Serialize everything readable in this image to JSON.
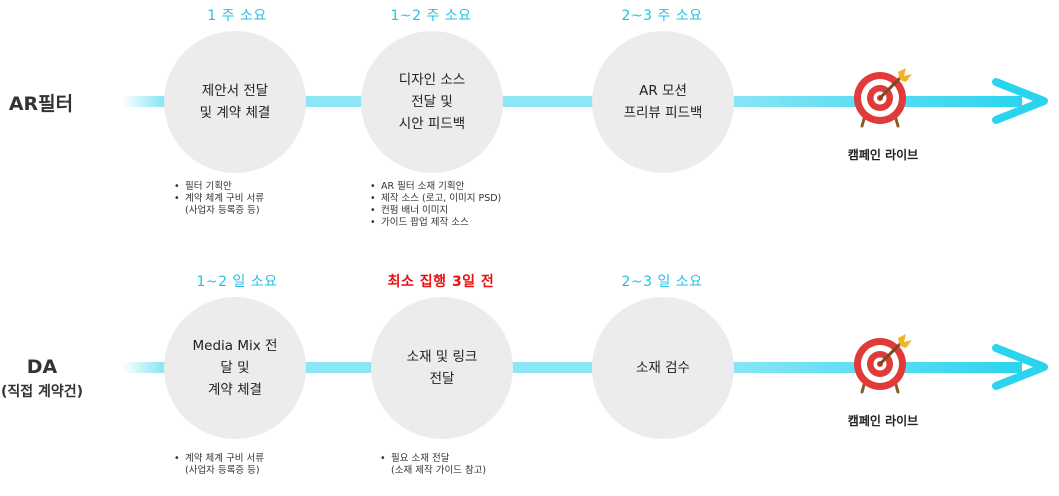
{
  "rows": [
    {
      "label": "AR필터",
      "sublabel": "",
      "steps": [
        {
          "duration": "1 주 소요",
          "lines": [
            "제안서 전달",
            "및 계약 체결"
          ],
          "notes": [
            [
              "필터 기획안"
            ],
            [
              "계약 체계 구비 서류",
              "(사업자 등록증 등)"
            ]
          ]
        },
        {
          "duration": "1~2 주 소요",
          "lines": [
            "디자인 소스",
            "전달 및",
            "시안 피드백"
          ],
          "notes": [
            [
              "AR 필터 소재 기획안"
            ],
            [
              "제작 소스 (로고, 이미지 PSD)"
            ],
            [
              "컨펌 배너 이미지"
            ],
            [
              "가이드 팝업 제작 소스"
            ]
          ]
        },
        {
          "duration": "2~3 주 소요",
          "lines": [
            "AR 모션",
            "프리뷰 피드백"
          ],
          "notes": []
        }
      ],
      "goal": "캠페인 라이브"
    },
    {
      "label": "DA",
      "sublabel": "(직접 계약건)",
      "steps": [
        {
          "duration": "1~2 일 소요",
          "lines": [
            "Media Mix 전",
            "달 및",
            "계약 체결"
          ],
          "notes": [
            [
              "계약 체계 구비 서류",
              "(사업자 등록증 등)"
            ]
          ]
        },
        {
          "duration": "최소 집행 3일 전",
          "lines": [
            "소재 및 링크",
            "전달"
          ],
          "notes": [
            [
              "필요 소재 전달",
              "(소재 제작 가이드 참고)"
            ]
          ]
        },
        {
          "duration": "2~3 일 소요",
          "lines": [
            "소재 검수"
          ],
          "notes": []
        }
      ],
      "goal": "캠페인 라이브"
    }
  ],
  "colors": {
    "accent": "#25c2e0",
    "warning": "#e81010",
    "circle": "#ececec",
    "target_red": "#e03a3a",
    "arrow_gold": "#f2b32b"
  },
  "icons": [
    "target-icon",
    "arrow-right-icon"
  ]
}
